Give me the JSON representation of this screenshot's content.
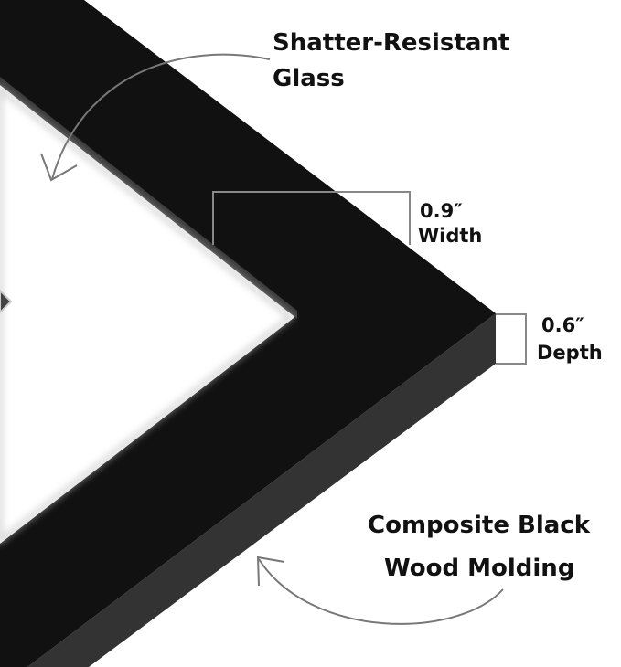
{
  "callouts": {
    "glass": {
      "line1": "Shatter-Resistant",
      "line2": "Glass"
    },
    "width": {
      "value": "0.9″",
      "label": "Width"
    },
    "depth": {
      "value": "0.6″",
      "label": "Depth"
    },
    "molding": {
      "line1": "Composite Black",
      "line2": "Wood Molding"
    }
  },
  "colors": {
    "frame_front": "#111111",
    "frame_side": "#333333",
    "mat": "#ffffff",
    "annotation": "#777777"
  }
}
